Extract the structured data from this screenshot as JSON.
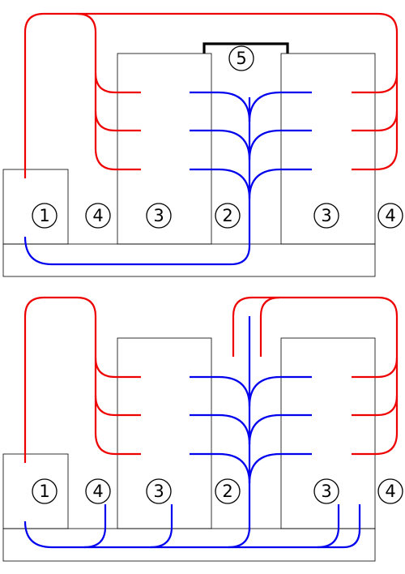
{
  "colors": {
    "red_line": "#ee0000",
    "blue_line": "#0000ee",
    "bracket": "#000000",
    "outline": "#000000",
    "background": "#ffffff"
  },
  "panels": [
    {
      "id": "top",
      "labels": {
        "unit_1": "1",
        "gap_4_left": "4",
        "block_3_left": "3",
        "center_2": "2",
        "block_3_right": "3",
        "gap_4_right": "4",
        "bracket_5": "5"
      }
    },
    {
      "id": "bottom",
      "labels": {
        "unit_1": "1",
        "gap_4_left": "4",
        "block_3_left": "3",
        "center_2": "2",
        "block_3_right": "3",
        "gap_4_right": "4"
      }
    }
  ]
}
